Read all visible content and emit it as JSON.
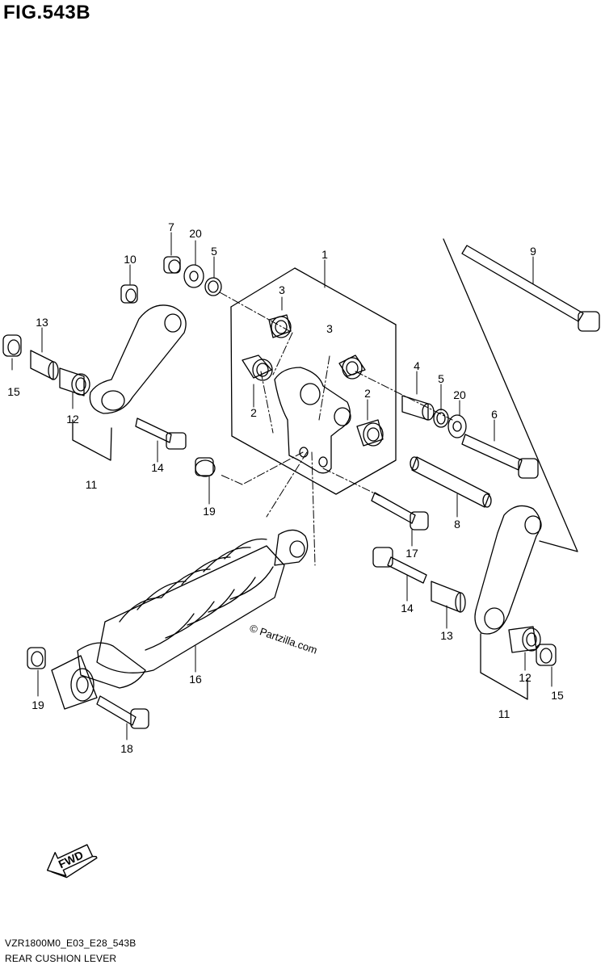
{
  "figure": {
    "title": "FIG.543B",
    "model_code": "VZR1800M0_E03_E28_543B",
    "section_name": "REAR CUSHION LEVER",
    "watermark": "© Partzilla.com",
    "fwd_label": "FWD"
  },
  "callouts": [
    {
      "id": "c1",
      "label": "1"
    },
    {
      "id": "c2a",
      "label": "2"
    },
    {
      "id": "c2b",
      "label": "2"
    },
    {
      "id": "c3a",
      "label": "3"
    },
    {
      "id": "c3b",
      "label": "3"
    },
    {
      "id": "c4",
      "label": "4"
    },
    {
      "id": "c5a",
      "label": "5"
    },
    {
      "id": "c5b",
      "label": "5"
    },
    {
      "id": "c6",
      "label": "6"
    },
    {
      "id": "c7",
      "label": "7"
    },
    {
      "id": "c8",
      "label": "8"
    },
    {
      "id": "c9",
      "label": "9"
    },
    {
      "id": "c10",
      "label": "10"
    },
    {
      "id": "c11a",
      "label": "11"
    },
    {
      "id": "c11b",
      "label": "11"
    },
    {
      "id": "c12a",
      "label": "12"
    },
    {
      "id": "c12b",
      "label": "12"
    },
    {
      "id": "c13a",
      "label": "13"
    },
    {
      "id": "c13b",
      "label": "13"
    },
    {
      "id": "c14a",
      "label": "14"
    },
    {
      "id": "c14b",
      "label": "14"
    },
    {
      "id": "c15a",
      "label": "15"
    },
    {
      "id": "c15b",
      "label": "15"
    },
    {
      "id": "c16",
      "label": "16"
    },
    {
      "id": "c17",
      "label": "17"
    },
    {
      "id": "c18",
      "label": "18"
    },
    {
      "id": "c19a",
      "label": "19"
    },
    {
      "id": "c19b",
      "label": "19"
    },
    {
      "id": "c20a",
      "label": "20"
    },
    {
      "id": "c20b",
      "label": "20"
    }
  ]
}
